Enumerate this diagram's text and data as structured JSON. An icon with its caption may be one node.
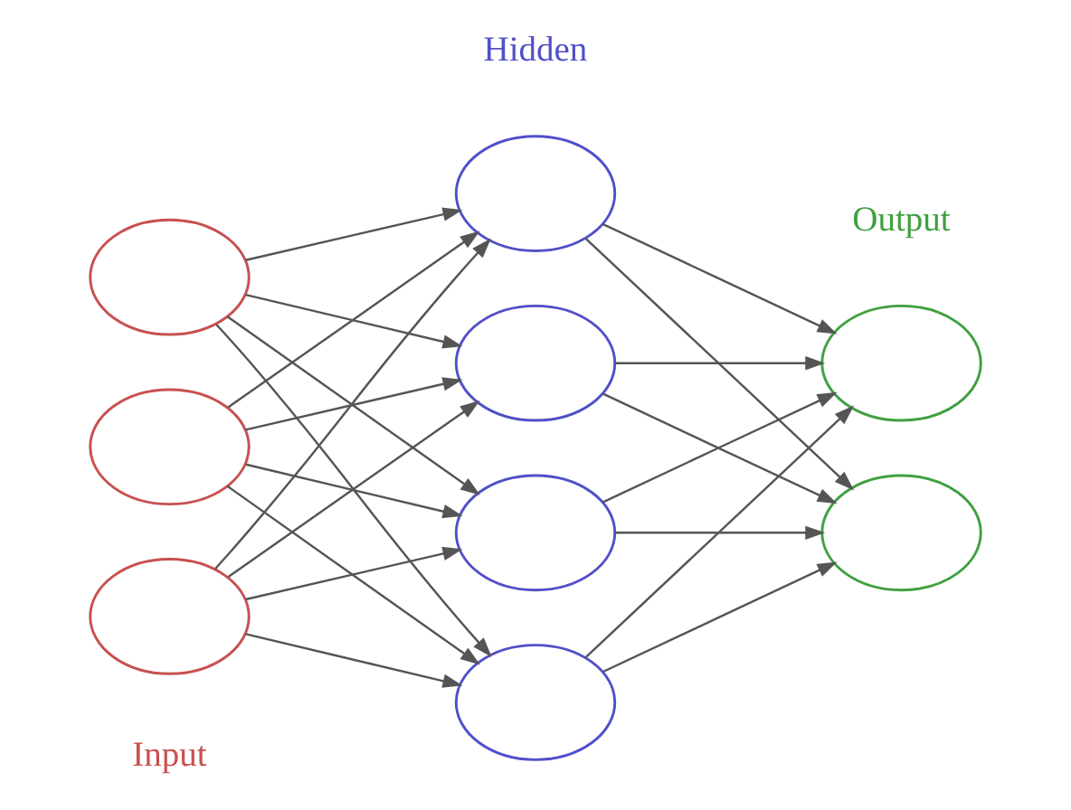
{
  "diagram": {
    "nodes": [
      {
        "text": [],
        "shape": "ellipse"
      },
      {
        "text": [],
        "shape": "ellipse"
      },
      {
        "text": [],
        "shape": "ellipse"
      },
      {
        "text": [],
        "shape": "ellipse"
      },
      {
        "text": [],
        "shape": "ellipse"
      },
      {
        "text": [],
        "shape": "ellipse"
      },
      {
        "text": [],
        "shape": "ellipse"
      },
      {
        "text": [],
        "shape": "ellipse"
      },
      {
        "text": [],
        "shape": "ellipse"
      }
    ],
    "edges": [
      {
        "from": 0,
        "to": 3,
        "arrow": "to"
      },
      {
        "from": 0,
        "to": 4,
        "arrow": "to"
      },
      {
        "from": 0,
        "to": 5,
        "arrow": "to"
      },
      {
        "from": 0,
        "to": 6,
        "arrow": "to"
      },
      {
        "from": 1,
        "to": 3,
        "arrow": "to"
      },
      {
        "from": 1,
        "to": 4,
        "arrow": "to"
      },
      {
        "from": 1,
        "to": 5,
        "arrow": "to"
      },
      {
        "from": 1,
        "to": 6,
        "arrow": "to"
      },
      {
        "from": 2,
        "to": 3,
        "arrow": "to"
      },
      {
        "from": 2,
        "to": 4,
        "arrow": "to"
      },
      {
        "from": 2,
        "to": 5,
        "arrow": "to"
      },
      {
        "from": 2,
        "to": 6,
        "arrow": "to"
      },
      {
        "from": 3,
        "to": 7,
        "arrow": "to"
      },
      {
        "from": 3,
        "to": 8,
        "arrow": "to"
      },
      {
        "from": 4,
        "to": 7,
        "arrow": "to"
      },
      {
        "from": 4,
        "to": 8,
        "arrow": "to"
      },
      {
        "from": 5,
        "to": 7,
        "arrow": "to"
      },
      {
        "from": 5,
        "to": 8,
        "arrow": "to"
      },
      {
        "from": 6,
        "to": 7,
        "arrow": "to"
      },
      {
        "from": 6,
        "to": 8,
        "arrow": "to"
      }
    ],
    "labels": [
      "Input",
      "Hidden",
      "Output"
    ]
  }
}
